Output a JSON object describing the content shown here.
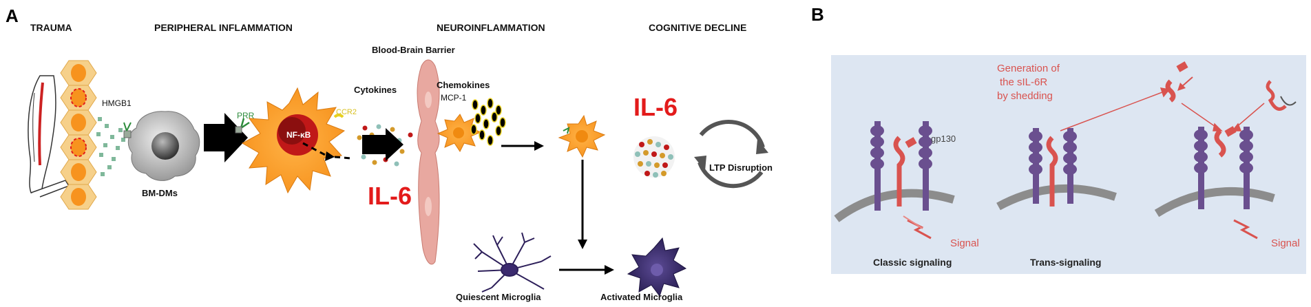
{
  "panel_a": {
    "letter": "A",
    "stages": {
      "trauma": "TRAUMA",
      "peripheral": "PERIPHERAL INFLAMMATION",
      "neuro": "NEUROINFLAMMATION",
      "cognitive": "COGNITIVE DECLINE"
    },
    "labels": {
      "bbb": "Blood-Brain Barrier",
      "hmgb1": "HMGB1",
      "bmdms": "BM-DMs",
      "prr": "PRR",
      "nfkb": "NF-κB",
      "ccr2": "CCR2",
      "cytokines": "Cytokines",
      "chemokines": "Chemokines",
      "mcp1": "MCP-1",
      "il6_a": "IL-6",
      "il6_b": "IL-6",
      "ltp": "LTP Disruption",
      "quiescent": "Quiescent Microglia",
      "activated": "Activated Microglia"
    }
  },
  "panel_b": {
    "letter": "B",
    "labels": {
      "generation_line1": "Generation of",
      "generation_line2": "the sIL-6R",
      "generation_line3": "by shedding",
      "gp130": "gp130",
      "signal_left": "Signal",
      "signal_right": "Signal",
      "classic": "Classic signaling",
      "trans": "Trans-signaling"
    }
  },
  "colors": {
    "il6_red": "#e31b1b",
    "cell_orange": "#f7931e",
    "receptor_purple": "#6a4f8f",
    "receptor_red": "#d9534f",
    "panel_b_bg": "#dde6f2",
    "microglia_purple": "#3b2a6e",
    "epithelium_yellow": "#f6d08a",
    "bbb_pink": "#e8a8a0"
  }
}
